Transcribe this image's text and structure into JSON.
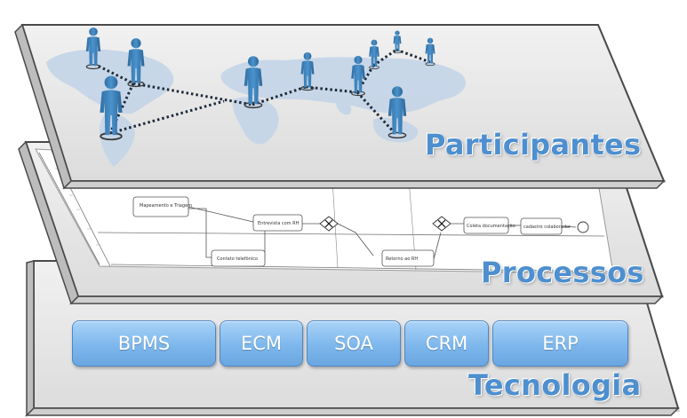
{
  "layers": {
    "participantes": {
      "title": "Participantes"
    },
    "processos": {
      "title": "Processos",
      "tasks": [
        "Mapeamento e Triagem",
        "Contato telefônico",
        "Entrevista com RH",
        "Retorno ao RH",
        "Coleta documentação",
        "cadastro colaborador"
      ]
    },
    "tecnologia": {
      "title": "Tecnologia",
      "items": [
        "BPMS",
        "ECM",
        "SOA",
        "CRM",
        "ERP"
      ]
    }
  },
  "colors": {
    "accent": "#4e8fcf",
    "button_fill": "#7db7ec",
    "layer_fill": "#e4e4e4",
    "figure": "#3c7fb7"
  }
}
